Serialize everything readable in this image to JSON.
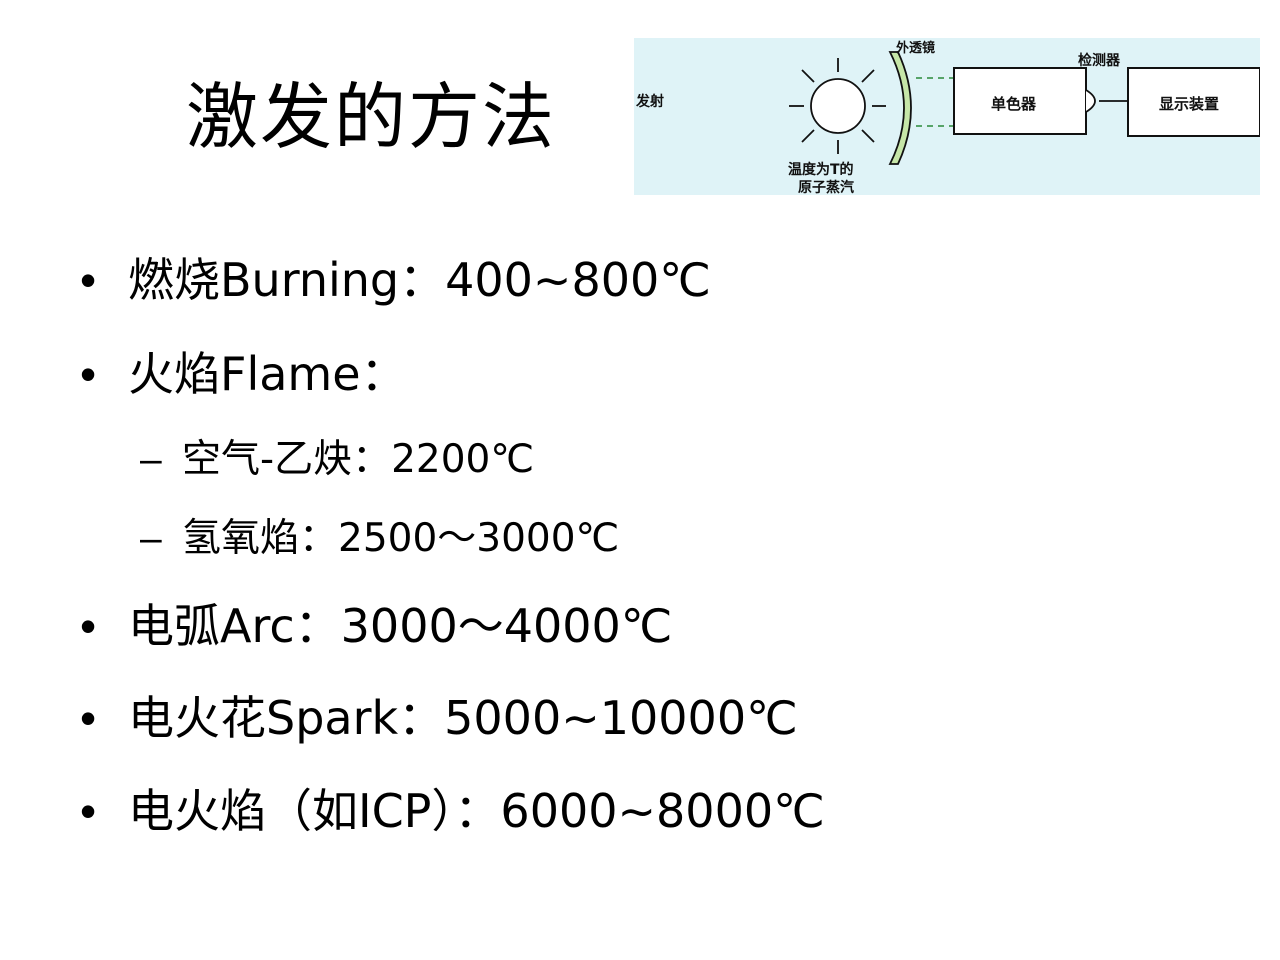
{
  "slide": {
    "title": "激发的方法",
    "bullet_marker": "•",
    "sub_marker": "–"
  },
  "diagram": {
    "labels": {
      "emission": "发射",
      "outer_lens": "外透镜",
      "detector": "检测器",
      "monochromator": "单色器",
      "display": "显示装置",
      "vapor_line1": "温度为T的",
      "vapor_line2": "原子蒸汽"
    },
    "background_color": "#dff3f7",
    "lens_color": "#c6e6a8"
  },
  "items": [
    {
      "level": 1,
      "text": "燃烧Burning：400~800℃"
    },
    {
      "level": 1,
      "text": "火焰Flame："
    },
    {
      "level": 2,
      "text": "空气-乙炔：2200℃"
    },
    {
      "level": 2,
      "text": "氢氧焰：2500～3000℃"
    },
    {
      "level": 1,
      "text": "电弧Arc：3000～4000℃"
    },
    {
      "level": 1,
      "text": "电火花Spark：5000~10000℃"
    },
    {
      "level": 1,
      "text": "电火焰（如ICP）：6000~8000℃"
    }
  ]
}
